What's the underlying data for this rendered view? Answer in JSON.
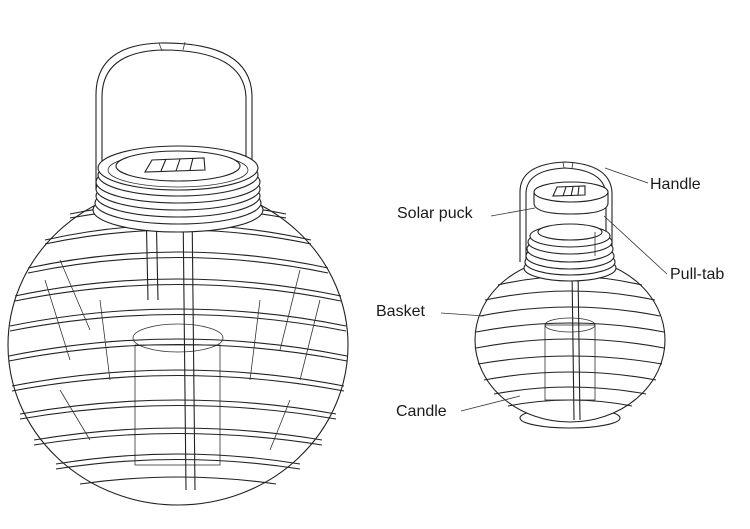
{
  "diagram": {
    "type": "product parts illustration",
    "subject": "solar rattan lantern",
    "views": [
      {
        "id": "assembled",
        "description": "large assembled lantern with handle, solar puck on top, spherical woven basket"
      },
      {
        "id": "exploded",
        "description": "smaller exploded view with labeled parts"
      }
    ],
    "labels": [
      {
        "id": "handle",
        "text": "Handle"
      },
      {
        "id": "solar_puck",
        "text": "Solar puck"
      },
      {
        "id": "pull_tab",
        "text": "Pull-tab"
      },
      {
        "id": "basket",
        "text": "Basket"
      },
      {
        "id": "candle",
        "text": "Candle"
      }
    ],
    "colors": {
      "line": "#222222",
      "background": "#ffffff",
      "text": "#1a1a1a"
    }
  }
}
